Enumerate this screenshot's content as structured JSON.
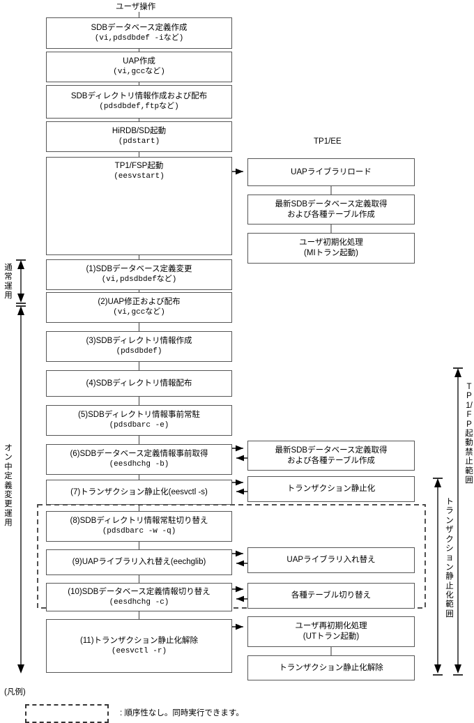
{
  "diagram": {
    "title_user_ops": "ユーザ操作",
    "title_tp1ee": "TP1/EE",
    "left_column": [
      {
        "id": "sdb-db-def-create",
        "l1": "SDBデータベース定義作成",
        "l2": "(vi,pdsdbdef -iなど)"
      },
      {
        "id": "uap-create",
        "l1": "UAP作成",
        "l2": "(vi,gccなど)"
      },
      {
        "id": "sdb-dir-info-create-dist",
        "l1": "SDBディレクトリ情報作成および配布",
        "l2": "(pdsdbdef,ftpなど)"
      },
      {
        "id": "hirdb-sd-start",
        "l1": "HiRDB/SD起動",
        "l2": "(pdstart)"
      },
      {
        "id": "tp1-fsp-start",
        "l1": "TP1/FSP起動",
        "l2": "(eesvstart)"
      },
      {
        "id": "step1",
        "l1": "(1)SDBデータベース定義変更",
        "l2": "(vi,pdsdbdefなど)"
      },
      {
        "id": "step2",
        "l1": "(2)UAP修正および配布",
        "l2": "(vi,gccなど)"
      },
      {
        "id": "step3",
        "l1": "(3)SDBディレクトリ情報作成",
        "l2": "(pdsdbdef)"
      },
      {
        "id": "step4",
        "l1": "(4)SDBディレクトリ情報配布",
        "l2": ""
      },
      {
        "id": "step5",
        "l1": "(5)SDBディレクトリ情報事前常駐",
        "l2": "(pdsdbarc -e)"
      },
      {
        "id": "step6",
        "l1": "(6)SDBデータベース定義情報事前取得",
        "l2": "(eesdhchg -b)"
      },
      {
        "id": "step7",
        "l1": "(7)トランザクション静止化(eesvctl -s)",
        "l2": ""
      },
      {
        "id": "step8",
        "l1": "(8)SDBディレクトリ情報常駐切り替え",
        "l2": "(pdsdbarc -w -q)"
      },
      {
        "id": "step9",
        "l1": "(9)UAPライブラリ入れ替え(eechglib)",
        "l2": ""
      },
      {
        "id": "step10",
        "l1": "(10)SDBデータベース定義情報切り替え",
        "l2": "(eesdhchg -c)"
      },
      {
        "id": "step11",
        "l1": "(11)トランザクション静止化解除",
        "l2": "(eesvctl -r)"
      }
    ],
    "right_column": [
      {
        "id": "uap-lib-load",
        "l1": "UAPライブラリロード",
        "l2": ""
      },
      {
        "id": "latest-sdb-def-get-1",
        "l1": "最新SDBデータベース定義取得",
        "l2": "および各種テーブル作成"
      },
      {
        "id": "user-init",
        "l1": "ユーザ初期化処理",
        "l2": "(MIトラン起動)"
      },
      {
        "id": "latest-sdb-def-get-2",
        "l1": "最新SDBデータベース定義取得",
        "l2": "および各種テーブル作成"
      },
      {
        "id": "tran-quiesce",
        "l1": "トランザクション静止化",
        "l2": ""
      },
      {
        "id": "uap-lib-swap",
        "l1": "UAPライブラリ入れ替え",
        "l2": ""
      },
      {
        "id": "table-swap",
        "l1": "各種テーブル切り替え",
        "l2": ""
      },
      {
        "id": "user-reinit",
        "l1": "ユーザ再初期化処理",
        "l2": "(UTトラン起動)"
      },
      {
        "id": "tran-quiesce-release",
        "l1": "トランザクション静止化解除",
        "l2": ""
      }
    ],
    "range_labels": {
      "left_normal": "通常運用",
      "left_online": "オン中定義変更運用",
      "right_inner": "トランザクション静止化範囲",
      "right_outer": "TP1/FP起動禁止範囲"
    },
    "legend": {
      "heading": "(凡例)",
      "description": ": 順序性なし。同時実行できます。"
    },
    "colors": {
      "stroke": "#555555",
      "line": "#333333",
      "text": "#000000",
      "background": "#ffffff"
    }
  }
}
